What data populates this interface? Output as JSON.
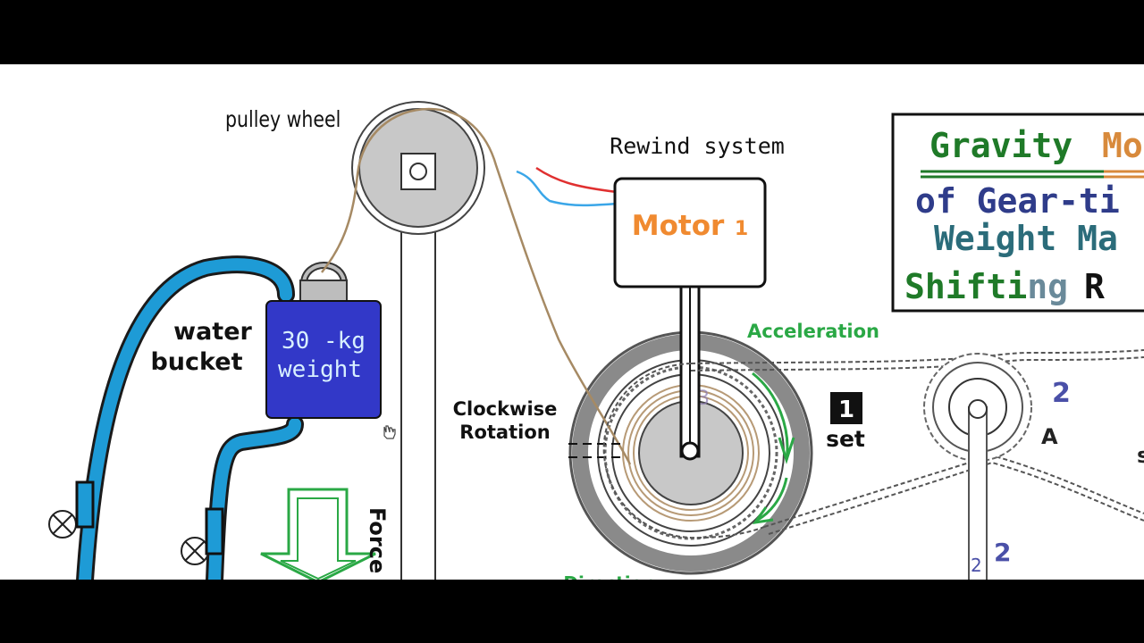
{
  "labels": {
    "pulley_wheel": "pulley wheel",
    "rewind_system": "Rewind system",
    "motor_word": "Motor",
    "motor_number": "1",
    "water": "water",
    "bucket": "bucket",
    "weight_line1": "30 -kg",
    "weight_line2": "weight",
    "clockwise": "Clockwise",
    "rotation": "Rotation",
    "acceleration": "Acceleration",
    "set_badge": "1",
    "set_word": "set",
    "direction": "Direction",
    "force": "Force",
    "gear_number_right": "2",
    "gear_letter": "A",
    "gear_number_inner": "3",
    "lower_number_small": "2",
    "lower_number_large": "2",
    "edge_fragment": "s"
  },
  "title_box": {
    "line1_a": "Gravity",
    "line1_b": "Mo",
    "line2": "of Gear-ti",
    "line3": "Weight Ma",
    "line4_a": "Shifti",
    "line4_b": "ng",
    "line4_c": "R"
  },
  "colors": {
    "rope": "#a68a64",
    "water_hose": "#1e9bd6",
    "weight_block": "#3238c8",
    "motor_text": "#f08a30",
    "acceleration_green": "#2aa845",
    "title_green": "#1f7a28",
    "title_orange": "#d88a3c",
    "title_blue": "#2f3c8a",
    "title_teal": "#2b6c7a",
    "wire_red": "#e03030",
    "wire_blue": "#3aa6e8"
  }
}
